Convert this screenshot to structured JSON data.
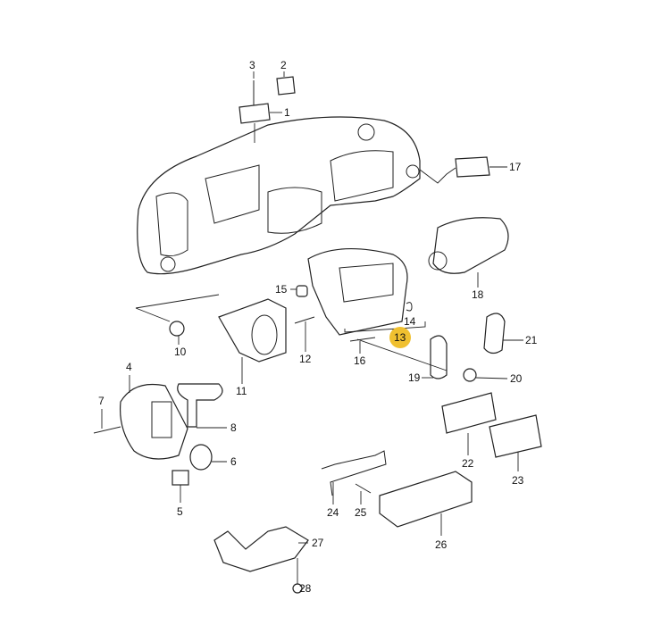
{
  "diagram": {
    "highlight_color": "#f0c030",
    "callouts": [
      {
        "id": "3",
        "label": "3"
      },
      {
        "id": "2",
        "label": "2"
      },
      {
        "id": "1",
        "label": "1"
      },
      {
        "id": "17",
        "label": "17"
      },
      {
        "id": "18",
        "label": "18"
      },
      {
        "id": "15",
        "label": "15"
      },
      {
        "id": "14",
        "label": "14"
      },
      {
        "id": "13",
        "label": "13",
        "highlighted": true
      },
      {
        "id": "10",
        "label": "10"
      },
      {
        "id": "12",
        "label": "12"
      },
      {
        "id": "16",
        "label": "16"
      },
      {
        "id": "11",
        "label": "11"
      },
      {
        "id": "21",
        "label": "21"
      },
      {
        "id": "19",
        "label": "19"
      },
      {
        "id": "20",
        "label": "20"
      },
      {
        "id": "4",
        "label": "4"
      },
      {
        "id": "7",
        "label": "7"
      },
      {
        "id": "8",
        "label": "8"
      },
      {
        "id": "6",
        "label": "6"
      },
      {
        "id": "5",
        "label": "5"
      },
      {
        "id": "22",
        "label": "22"
      },
      {
        "id": "23",
        "label": "23"
      },
      {
        "id": "24",
        "label": "24"
      },
      {
        "id": "25",
        "label": "25"
      },
      {
        "id": "26",
        "label": "26"
      },
      {
        "id": "27",
        "label": "27"
      },
      {
        "id": "28",
        "label": "28"
      }
    ]
  }
}
